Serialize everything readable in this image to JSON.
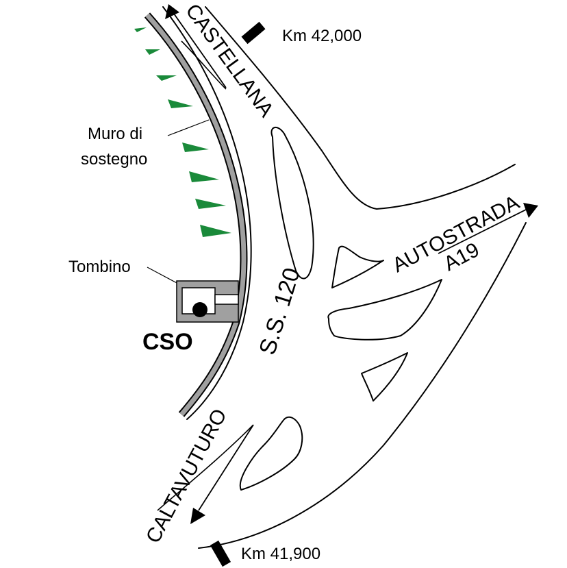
{
  "map": {
    "labels": {
      "castellana": "CASTELLANA",
      "caltavuturo": "CALTAVUTURO",
      "autostrada": "AUTOSTRADA",
      "a19": "A19",
      "ss120": "S.S. 120",
      "km_top": "Km 42,000",
      "km_bottom": "Km 41,900",
      "muro_line1": "Muro di",
      "muro_line2": "sostegno",
      "tombino": "Tombino",
      "cso": "CSO"
    },
    "colors": {
      "wall": "#a0a0a0",
      "trees": "#1a8a3a",
      "lines": "#000000"
    }
  }
}
